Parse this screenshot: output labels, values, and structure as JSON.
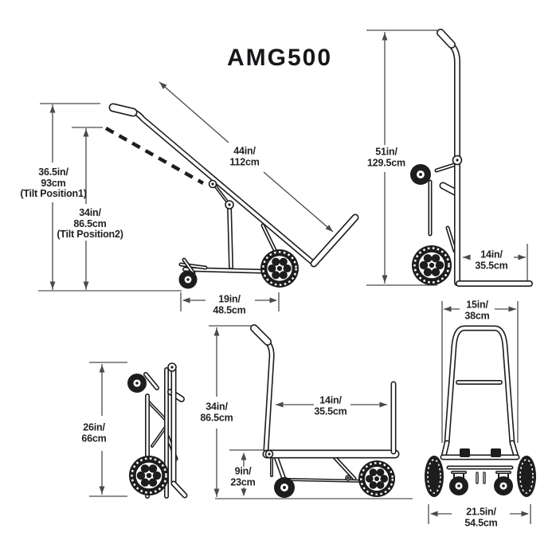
{
  "title": "AMG500",
  "colors": {
    "background": "#ffffff",
    "line_art": "#1d1d1f",
    "dimension_lines": "#4a4a4a",
    "text": "#231f20"
  },
  "views": {
    "tilted": {
      "label": "hand truck tilted side view",
      "dims": {
        "height_tilt1": "36.5in/\n93cm\n(Tilt Position1)",
        "height_tilt2": "34in/\n86.5cm\n(Tilt Position2)",
        "frame_length": "44in/\n112cm",
        "wheelbase": "19in/\n48.5cm"
      }
    },
    "upright": {
      "label": "hand truck upright side view",
      "dims": {
        "overall_height": "51in/\n129.5cm",
        "nose_plate_depth": "14in/\n35.5cm"
      }
    },
    "folded": {
      "label": "hand truck folded side view",
      "dims": {
        "folded_height": "26in/\n66cm"
      }
    },
    "cart": {
      "label": "cart mode side view",
      "dims": {
        "handle_height": "34in/\n86.5cm",
        "platform_length": "14in/\n35.5cm",
        "platform_height": "9in/\n23cm"
      }
    },
    "rear": {
      "label": "rear view",
      "dims": {
        "handle_width": "15in/\n38cm",
        "overall_width": "21.5in/\n54.5cm"
      }
    }
  }
}
